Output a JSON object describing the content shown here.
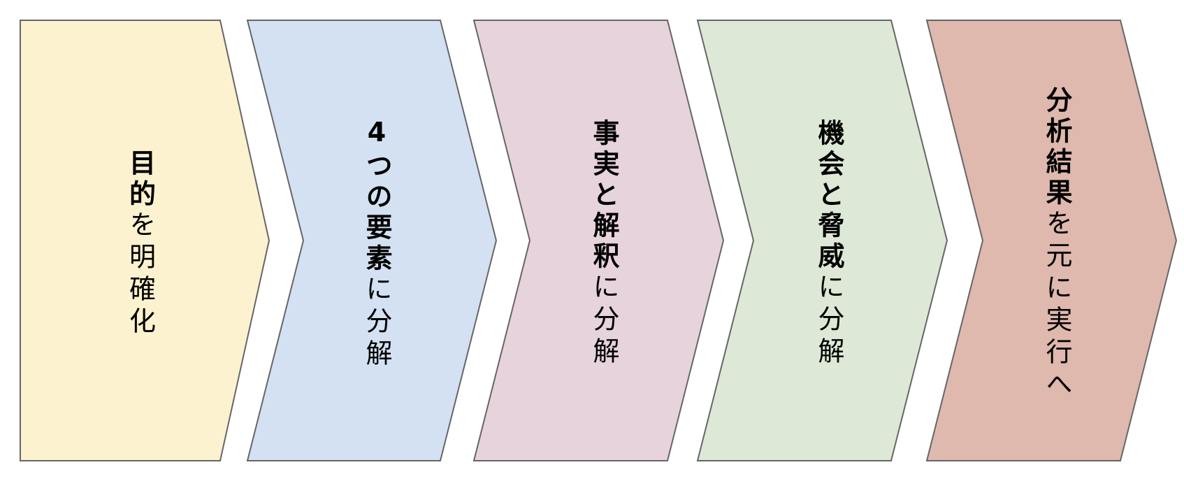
{
  "steps": [
    {
      "bold": "目的",
      "rest": "を明確化",
      "color": "#fcf2cf"
    },
    {
      "bold": "4つの要素",
      "rest": "に分解",
      "color": "#d3e1f2"
    },
    {
      "bold": "事実と解釈",
      "rest": "に分解",
      "color": "#e7d3dc"
    },
    {
      "bold": "機会と脅威",
      "rest": "に分解",
      "color": "#dde9d6"
    },
    {
      "bold": "分析結果",
      "rest": "を元に実行へ",
      "color": "#dfb8ae"
    }
  ],
  "stroke_color": "#666666"
}
